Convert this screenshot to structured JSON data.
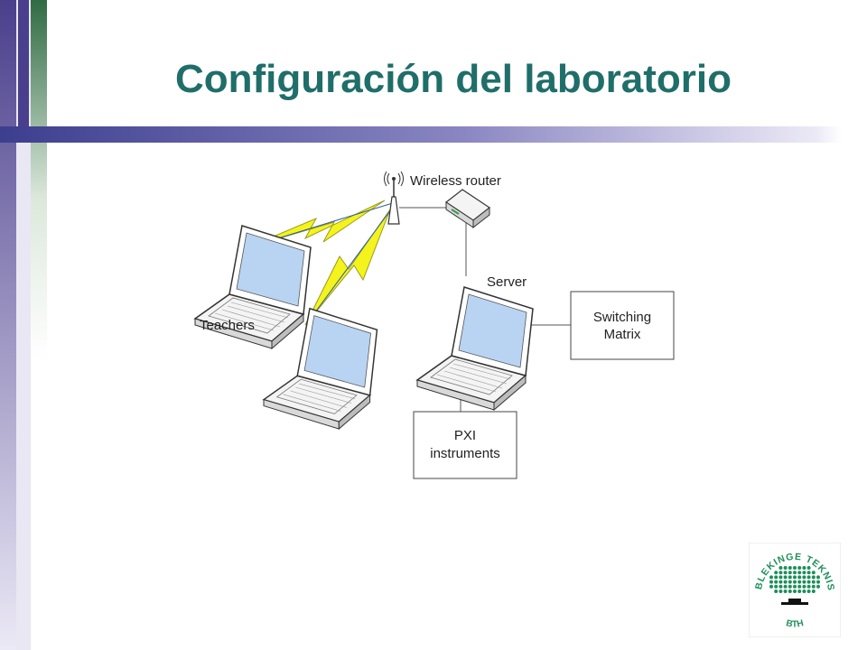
{
  "slide": {
    "title": "Configuración del laboratorio"
  },
  "diagram": {
    "labels": {
      "router": "Wireless router",
      "server": "Server",
      "teachers": "Teachers",
      "switching_line1": "Switching",
      "switching_line2": "Matrix",
      "pxi_line1": "PXI",
      "pxi_line2": "instruments"
    },
    "colors": {
      "title": "#1f6e6a",
      "lightning": "#f4f41c",
      "lightning_outline": "#8c8c00",
      "wire": "#555555",
      "screen": "#b9d4f2"
    }
  },
  "logo": {
    "text_top": "BLEKINGE TEKNISKA HÖGSKOLA",
    "text_bottom": "BTH",
    "color": "#1d8f5a"
  },
  "theme": {
    "sidebar_green": "#2f6b43",
    "sidebar_purple": "#3c3e8e",
    "band_start": "#4a3f8c",
    "band_end": "#e6e4f3"
  }
}
